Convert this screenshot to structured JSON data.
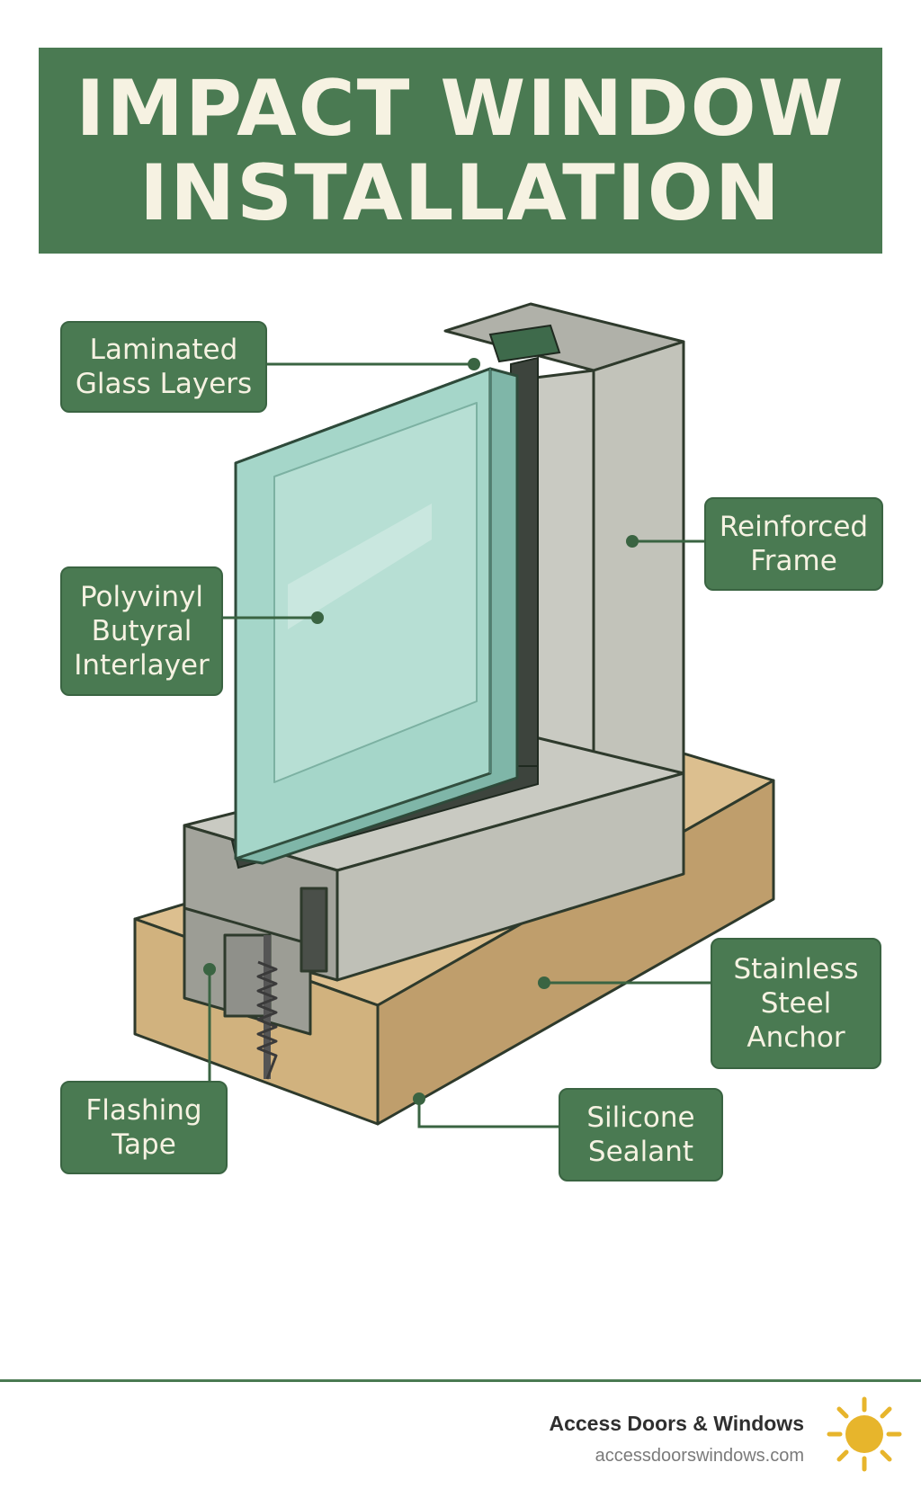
{
  "title": {
    "line1": "IMPACT WINDOW",
    "line2": "INSTALLATION"
  },
  "callouts": {
    "laminated_glass": {
      "line1": "Laminated",
      "line2": "Glass Layers"
    },
    "pvb": {
      "line1": "Polyvinyl",
      "line2": "Butyral",
      "line3": "Interlayer"
    },
    "frame": {
      "line1": "Reinforced",
      "line2": "Frame"
    },
    "anchor": {
      "line1": "Stainless",
      "line2": "Steel",
      "line3": "Anchor"
    },
    "flashing": {
      "line1": "Flashing",
      "line2": "Tape"
    },
    "sealant": {
      "line1": "Silicone",
      "line2": "Sealant"
    }
  },
  "brand": {
    "name": "Access Doors & Windows",
    "url": "accessdoorswindows.com"
  },
  "icons": {
    "logo": "sun-icon"
  },
  "colors": {
    "accent_green": "#4a7a52",
    "label_text": "#f6f2e2",
    "frame_gray": "#c2c3ba",
    "glass_teal": "#9fd0c2",
    "wood_tan": "#c9a874",
    "sun_yellow": "#e7b52c"
  }
}
